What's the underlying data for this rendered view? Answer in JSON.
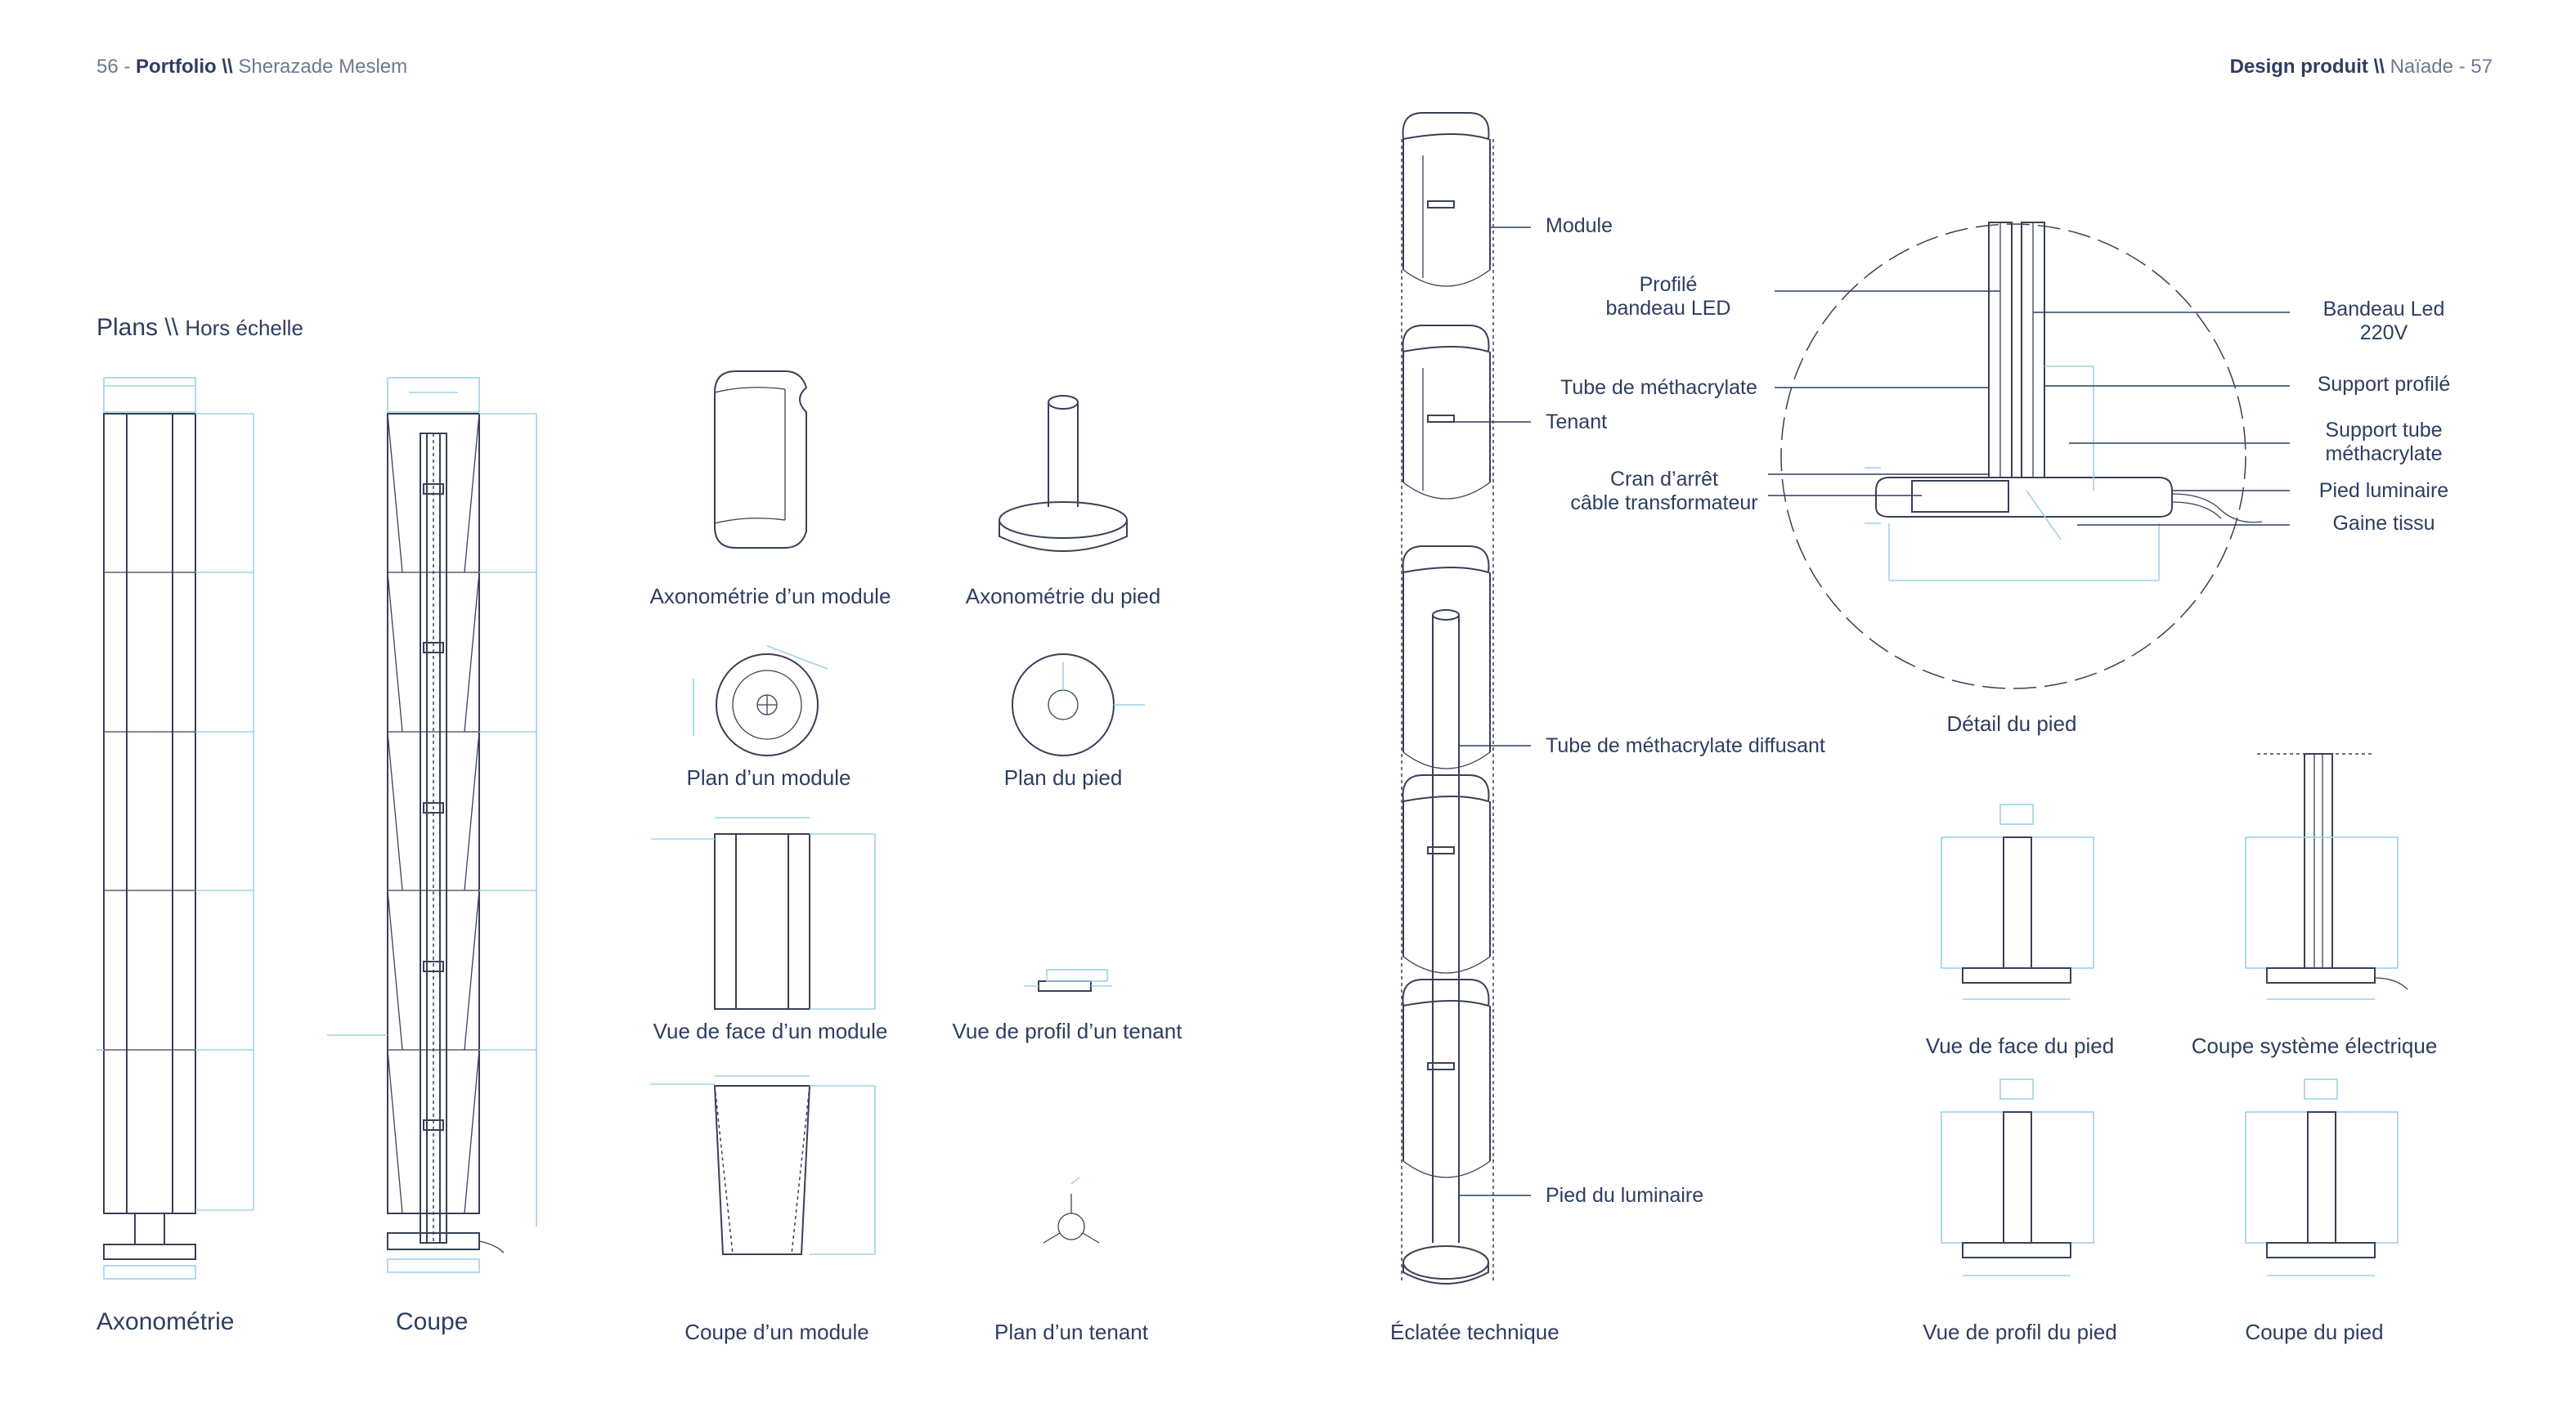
{
  "header": {
    "left": {
      "page": "56",
      "sep": " - ",
      "title": "Portfolio",
      "slashes": " \\\\ ",
      "author": "Sherazade Meslem"
    },
    "right": {
      "title": "Design produit",
      "slashes": " \\\\ ",
      "project": "Naïade",
      "sep": " - ",
      "page": "57"
    }
  },
  "section": {
    "title": "Plans",
    "slashes": " \\\\ ",
    "subtitle": "Hors échelle"
  },
  "captions": {
    "axonometrie": "Axonométrie",
    "coupe": "Coupe",
    "axo_module": "Axonométrie d’un module",
    "axo_pied": "Axonométrie du pied",
    "plan_module": "Plan d’un module",
    "plan_pied": "Plan du pied",
    "face_module": "Vue de face d’un module",
    "profil_tenant": "Vue de profil d’un tenant",
    "coupe_module": "Coupe d’un module",
    "plan_tenant": "Plan d’un tenant",
    "eclatee": "Éclatée technique",
    "detail_pied": "Détail du pied",
    "face_pied": "Vue de face du pied",
    "coupe_systeme": "Coupe système électrique",
    "profil_pied": "Vue de profil du pied",
    "coupe_pied": "Coupe du pied"
  },
  "labels": {
    "module": "Module",
    "profile_led_1": "Profilé",
    "profile_led_2": "bandeau LED",
    "tube_meth": "Tube de méthacrylate",
    "tenant": "Tenant",
    "cran_1": "Cran d’arrêt",
    "cran_2": "câble transformateur",
    "tube_diff": "Tube de méthacrylate diffusant",
    "pied_lum": "Pied du luminaire",
    "bandeau_1": "Bandeau Led",
    "bandeau_2": "220V",
    "support_profile": "Support profilé",
    "support_tube_1": "Support tube",
    "support_tube_2": "méthacrylate",
    "pied_luminaire": "Pied luminaire",
    "gaine": "Gaine tissu"
  },
  "colors": {
    "ink": "#2d3e60",
    "line": "#3a4155",
    "dimension": "#9fd2e4",
    "muted": "#6b7a93"
  }
}
